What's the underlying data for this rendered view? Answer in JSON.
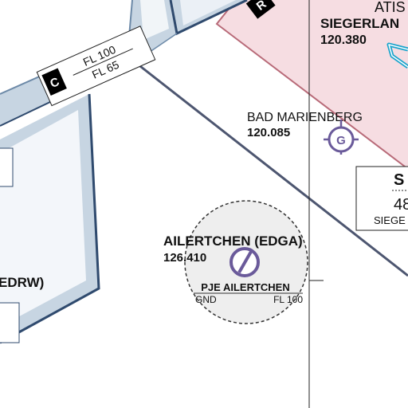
{
  "airspace_c": {
    "class_label": "C",
    "upper_limit": "FL 100",
    "lower_limit": "FL 65"
  },
  "edrw": {
    "name_fragment": "EDRW)"
  },
  "siegerland": {
    "tag_fragment": "R",
    "atis_fragment": "ATIS",
    "name_fragment": "SIEGERLAN",
    "frequency": "120.380"
  },
  "bad_marienberg": {
    "name": "BAD MARIENBERG",
    "frequency": "120.085",
    "symbol": "glider-site-icon"
  },
  "ailertchen": {
    "name": "AILERTCHEN (EDGA)",
    "frequency": "126.410",
    "symbol": "parachute-jump-icon",
    "pje_label": "PJE AILERTCHEN",
    "pje_lower": "GND",
    "pje_upper": "FL 100"
  },
  "right_box": {
    "title_fragment": "S",
    "value_fragment": "48",
    "caption_fragment": "SIEGE"
  },
  "colors": {
    "airspace_edge": "#2f4a6e",
    "airspace_fill": "#c7d5e2",
    "restricted_fill": "#f6dde2",
    "restricted_edge": "#b86a78",
    "route_line": "#4d5670",
    "pje_fill": "#eeeeee",
    "glider_symbol": "#6a5a9a",
    "cyan_symbol": "#1aa4cc"
  }
}
